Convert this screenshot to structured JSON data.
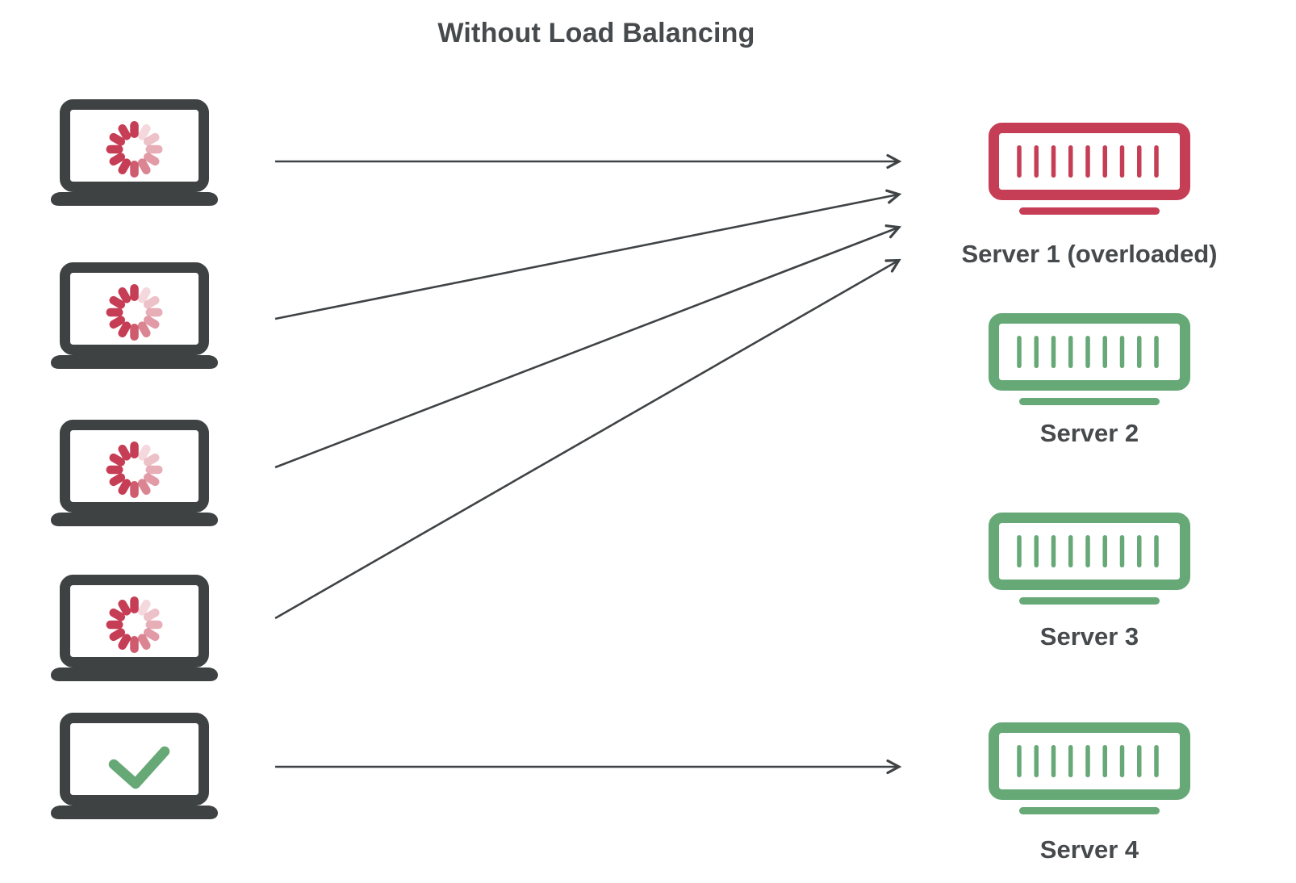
{
  "title": "Without Load Balancing",
  "colors": {
    "laptop": "#3e4243",
    "busy_red": "#c63e55",
    "ok_green": "#67a877",
    "arrow": "#3f4345",
    "text": "#464a4c",
    "background": "#ffffff"
  },
  "clients": [
    {
      "name": "client-laptop-1",
      "status": "loading",
      "icon": "spinner-icon"
    },
    {
      "name": "client-laptop-2",
      "status": "loading",
      "icon": "spinner-icon"
    },
    {
      "name": "client-laptop-3",
      "status": "loading",
      "icon": "spinner-icon"
    },
    {
      "name": "client-laptop-4",
      "status": "loading",
      "icon": "spinner-icon"
    },
    {
      "name": "client-laptop-5",
      "status": "served",
      "icon": "checkmark-icon"
    }
  ],
  "servers": [
    {
      "name": "server-1",
      "label": "Server 1 (overloaded)",
      "status": "overloaded",
      "color": "#c63e55"
    },
    {
      "name": "server-2",
      "label": "Server 2",
      "status": "normal",
      "color": "#67a877"
    },
    {
      "name": "server-3",
      "label": "Server 3",
      "status": "normal",
      "color": "#67a877"
    },
    {
      "name": "server-4",
      "label": "Server 4",
      "status": "normal",
      "color": "#67a877"
    }
  ],
  "connections": [
    {
      "from": 0,
      "to": 0
    },
    {
      "from": 1,
      "to": 0
    },
    {
      "from": 2,
      "to": 0
    },
    {
      "from": 3,
      "to": 0
    },
    {
      "from": 4,
      "to": 3
    }
  ]
}
